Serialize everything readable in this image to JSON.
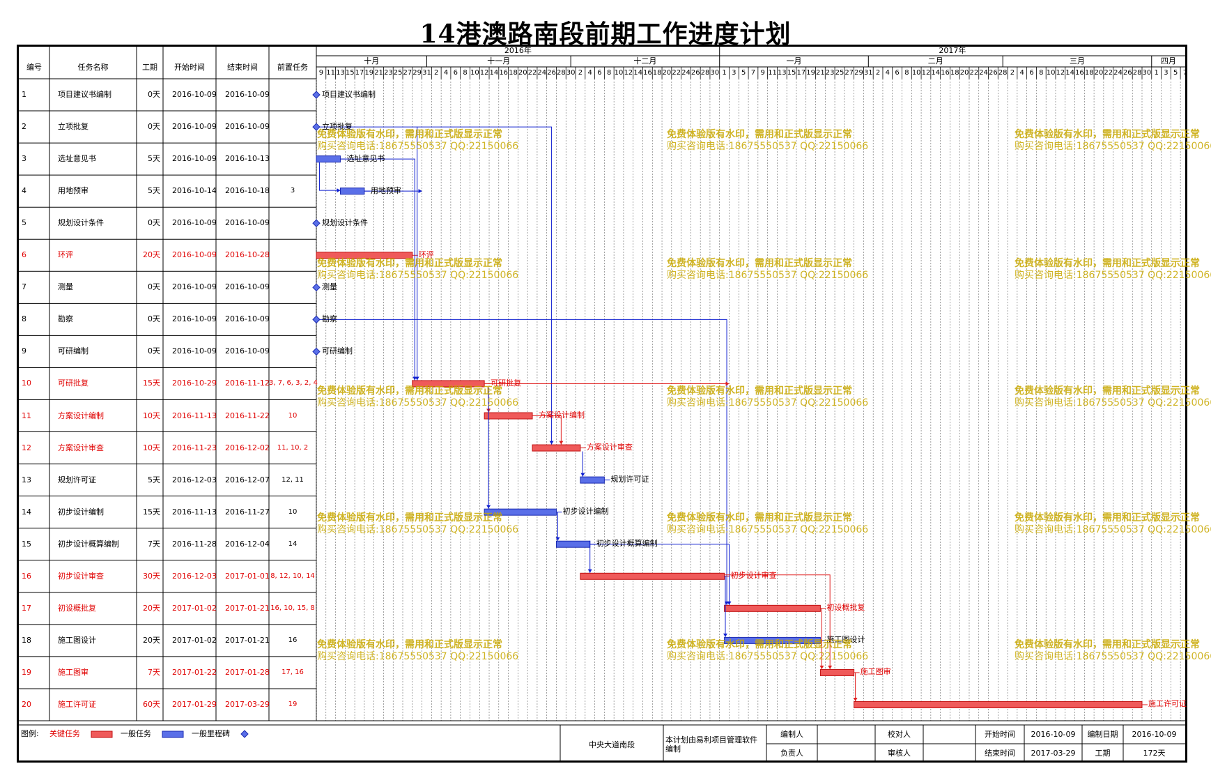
{
  "title": "14港澳路南段前期工作进度计划",
  "columns": [
    "编号",
    "任务名称",
    "工期",
    "开始时间",
    "结束时间",
    "前置任务"
  ],
  "years": [
    "2016年",
    "2017年"
  ],
  "months": [
    "十月",
    "十一月",
    "十二月",
    "一月",
    "二月",
    "三月",
    "四月"
  ],
  "days": {
    "oct": [
      "9",
      "11",
      "13",
      "15",
      "17",
      "19",
      "21",
      "23",
      "25",
      "27",
      "29",
      "31"
    ],
    "nov": [
      "2",
      "4",
      "6",
      "8",
      "10",
      "12",
      "14",
      "16",
      "18",
      "20",
      "22",
      "24",
      "26",
      "28",
      "30"
    ],
    "dec": [
      "2",
      "4",
      "6",
      "8",
      "10",
      "12",
      "14",
      "16",
      "18",
      "20",
      "22",
      "24",
      "26",
      "28",
      "30"
    ],
    "jan": [
      "1",
      "3",
      "5",
      "7",
      "9",
      "11",
      "13",
      "15",
      "17",
      "19",
      "21",
      "23",
      "25",
      "27",
      "29",
      "31"
    ],
    "feb": [
      "2",
      "4",
      "6",
      "8",
      "10",
      "12",
      "14",
      "16",
      "18",
      "20",
      "22",
      "24",
      "26",
      "28"
    ],
    "mar": [
      "2",
      "4",
      "6",
      "8",
      "10",
      "12",
      "14",
      "16",
      "18",
      "20",
      "22",
      "24",
      "26",
      "28",
      "30"
    ],
    "apr": [
      "1",
      "3",
      "5",
      "7"
    ]
  },
  "tasks": [
    {
      "id": "1",
      "name": "项目建议书编制",
      "dur": "0天",
      "start": "2016-10-09",
      "end": "2016-10-09",
      "pred": "",
      "critical": false,
      "s": 0,
      "d": 0
    },
    {
      "id": "2",
      "name": "立项批复",
      "dur": "0天",
      "start": "2016-10-09",
      "end": "2016-10-09",
      "pred": "",
      "critical": false,
      "s": 0,
      "d": 0
    },
    {
      "id": "3",
      "name": "选址意见书",
      "dur": "5天",
      "start": "2016-10-09",
      "end": "2016-10-13",
      "pred": "",
      "critical": false,
      "s": 0,
      "d": 5
    },
    {
      "id": "4",
      "name": "用地预审",
      "dur": "5天",
      "start": "2016-10-14",
      "end": "2016-10-18",
      "pred": "3",
      "critical": false,
      "s": 5,
      "d": 5
    },
    {
      "id": "5",
      "name": "规划设计条件",
      "dur": "0天",
      "start": "2016-10-09",
      "end": "2016-10-09",
      "pred": "",
      "critical": false,
      "s": 0,
      "d": 0
    },
    {
      "id": "6",
      "name": "环评",
      "dur": "20天",
      "start": "2016-10-09",
      "end": "2016-10-28",
      "pred": "",
      "critical": true,
      "s": 0,
      "d": 20
    },
    {
      "id": "7",
      "name": "测量",
      "dur": "0天",
      "start": "2016-10-09",
      "end": "2016-10-09",
      "pred": "",
      "critical": false,
      "s": 0,
      "d": 0
    },
    {
      "id": "8",
      "name": "勘察",
      "dur": "0天",
      "start": "2016-10-09",
      "end": "2016-10-09",
      "pred": "",
      "critical": false,
      "s": 0,
      "d": 0
    },
    {
      "id": "9",
      "name": "可研编制",
      "dur": "0天",
      "start": "2016-10-09",
      "end": "2016-10-09",
      "pred": "",
      "critical": false,
      "s": 0,
      "d": 0
    },
    {
      "id": "10",
      "name": "可研批复",
      "dur": "15天",
      "start": "2016-10-29",
      "end": "2016-11-12",
      "pred": "3, 7, 6, 3, 2, 4",
      "critical": true,
      "s": 20,
      "d": 15
    },
    {
      "id": "11",
      "name": "方案设计编制",
      "dur": "10天",
      "start": "2016-11-13",
      "end": "2016-11-22",
      "pred": "10",
      "critical": true,
      "s": 35,
      "d": 10
    },
    {
      "id": "12",
      "name": "方案设计审查",
      "dur": "10天",
      "start": "2016-11-23",
      "end": "2016-12-02",
      "pred": "11, 10, 2",
      "critical": true,
      "s": 45,
      "d": 10
    },
    {
      "id": "13",
      "name": "规划许可证",
      "dur": "5天",
      "start": "2016-12-03",
      "end": "2016-12-07",
      "pred": "12, 11",
      "critical": false,
      "s": 55,
      "d": 5
    },
    {
      "id": "14",
      "name": "初步设计编制",
      "dur": "15天",
      "start": "2016-11-13",
      "end": "2016-11-27",
      "pred": "10",
      "critical": false,
      "s": 35,
      "d": 15
    },
    {
      "id": "15",
      "name": "初步设计概算编制",
      "dur": "7天",
      "start": "2016-11-28",
      "end": "2016-12-04",
      "pred": "14",
      "critical": false,
      "s": 50,
      "d": 7
    },
    {
      "id": "16",
      "name": "初步设计审查",
      "dur": "30天",
      "start": "2016-12-03",
      "end": "2017-01-01",
      "pred": "8, 12, 10, 14",
      "critical": true,
      "s": 55,
      "d": 30
    },
    {
      "id": "17",
      "name": "初设概批复",
      "dur": "20天",
      "start": "2017-01-02",
      "end": "2017-01-21",
      "pred": "16, 10, 15, 8",
      "critical": true,
      "s": 85,
      "d": 20
    },
    {
      "id": "18",
      "name": "施工图设计",
      "dur": "20天",
      "start": "2017-01-02",
      "end": "2017-01-21",
      "pred": "16",
      "critical": false,
      "s": 85,
      "d": 20
    },
    {
      "id": "19",
      "name": "施工图审",
      "dur": "7天",
      "start": "2017-01-22",
      "end": "2017-01-28",
      "pred": "17, 16",
      "critical": true,
      "s": 105,
      "d": 7
    },
    {
      "id": "20",
      "name": "施工许可证",
      "dur": "60天",
      "start": "2017-01-29",
      "end": "2017-03-29",
      "pred": "19",
      "critical": true,
      "s": 112,
      "d": 60
    }
  ],
  "watermark": {
    "line1": "免费体验版有水印，需用和正式版显示正常",
    "line2": "购买咨询电话:18675550537 QQ:22150066"
  },
  "legend": {
    "label": "图例:",
    "critical": "关键任务",
    "normal": "一般任务",
    "milestone": "一般里程碑"
  },
  "footer": {
    "project": "中央大道南段",
    "software": "本计划由易利项目管理软件编制",
    "compiler_label": "编制人",
    "compiler": "",
    "checker_label": "校对人",
    "checker": "",
    "owner_label": "负责人",
    "owner": "",
    "reviewer_label": "审核人",
    "reviewer": "",
    "start_label": "开始时间",
    "start": "2016-10-09",
    "compile_date_label": "编制日期",
    "compile_date": "2016-10-09",
    "end_label": "结束时间",
    "end": "2017-03-29",
    "duration_label": "工期",
    "duration": "172天"
  },
  "colors": {
    "critical": "#ef5a5a",
    "normal": "#5a6fe8",
    "milestone": "#5a6fe8",
    "link": "#1020d0",
    "critical_link": "#e02020",
    "grid": "#000000"
  }
}
